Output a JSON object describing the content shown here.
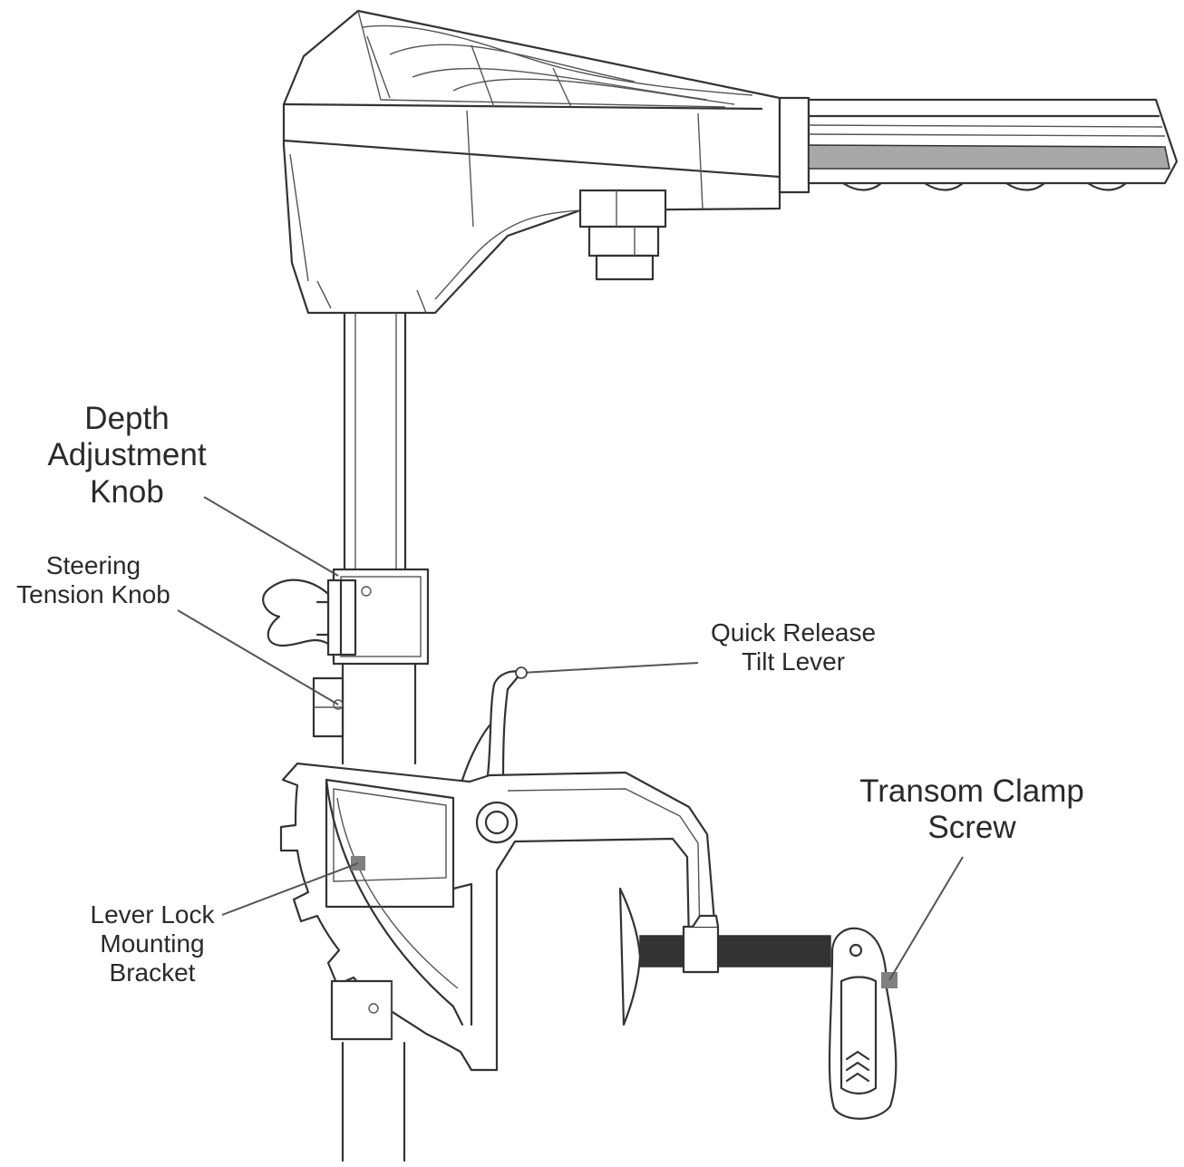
{
  "labels": {
    "depth": [
      "Depth",
      "Adjustment",
      "Knob"
    ],
    "steering": [
      "Steering",
      "Tension Knob"
    ],
    "quick": [
      "Quick Release",
      "Tilt Lever"
    ],
    "transom": [
      "Transom Clamp",
      "Screw"
    ],
    "lever": [
      "Lever Lock",
      "Mounting",
      "Bracket"
    ]
  },
  "colors": {
    "line": "#333333",
    "marker": "#808080",
    "text": "#2a2a2a"
  }
}
